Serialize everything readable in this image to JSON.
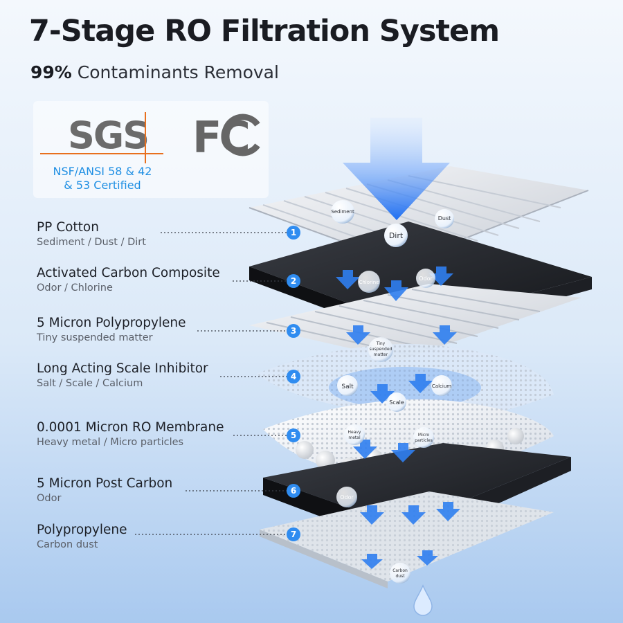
{
  "title": "7-Stage RO Filtration System",
  "subtitle": {
    "highlight": "99%",
    "rest": " Contaminants Removal"
  },
  "certifications": {
    "sgs": "SGS",
    "fcc": "FC",
    "line1": "NSF/ANSI 58 & 42",
    "line2": "& 53 Certified"
  },
  "colors": {
    "accent": "#1f8fe3",
    "arrow": "#2f7ff0",
    "badge": "#2f8cf0"
  },
  "stages": [
    {
      "num": "1",
      "name": "PP Cotton",
      "desc": "Sediment / Dust / Dirt"
    },
    {
      "num": "2",
      "name": "Activated Carbon Composite",
      "desc": "Odor / Chlorine"
    },
    {
      "num": "3",
      "name": "5 Micron Polypropylene",
      "desc": "Tiny suspended matter"
    },
    {
      "num": "4",
      "name": "Long Acting Scale Inhibitor",
      "desc": "Salt / Scale / Calcium"
    },
    {
      "num": "5",
      "name": "0.0001 Micron RO Membrane",
      "desc": "Heavy metal / Micro particles"
    },
    {
      "num": "6",
      "name": "5 Micron Post Carbon",
      "desc": "Odor"
    },
    {
      "num": "7",
      "name": "Polypropylene",
      "desc": "Carbon dust"
    }
  ],
  "bubbles": {
    "sediment": "Sediment",
    "dust": "Dust",
    "dirt": "Dirt",
    "chlorine": "Chlorine",
    "odor": "Odor",
    "tiny1": "Tiny",
    "tiny2": "suspended",
    "tiny3": "matter",
    "salt": "Salt",
    "calcium": "Calcium",
    "scale": "Scale",
    "heavy1": "Heavy",
    "heavy2": "metal",
    "micro1": "Micro",
    "micro2": "particles",
    "odor2": "Odor",
    "carbon1": "Carbon",
    "carbon2": "dust"
  }
}
